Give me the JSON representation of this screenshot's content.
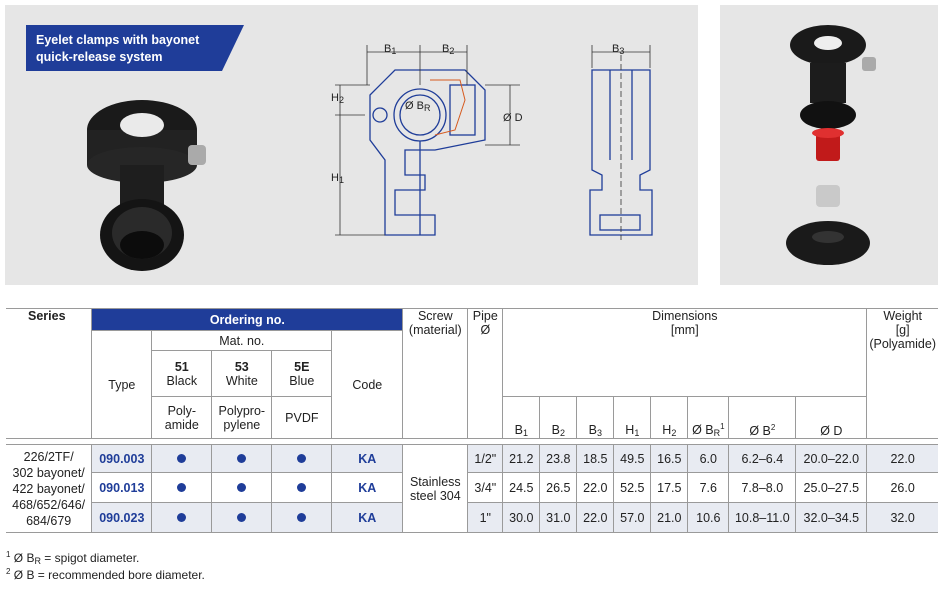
{
  "banner": {
    "line1": "Eyelet clamps with bayonet",
    "line2": "quick-release system"
  },
  "drawing_labels": {
    "b1": "B",
    "b1_sub": "1",
    "b2": "B",
    "b2_sub": "2",
    "b3": "B",
    "b3_sub": "3",
    "h1": "H",
    "h1_sub": "1",
    "h2": "H",
    "h2_sub": "2",
    "br": "Ø B",
    "br_sub": "R",
    "d": "Ø D"
  },
  "table": {
    "series_header": "Series",
    "ordering_header": "Ordering no.",
    "type_header": "Type",
    "mat_header": "Mat. no.",
    "mat": [
      {
        "no": "51",
        "color": "Black",
        "material": "Poly-\namide"
      },
      {
        "no": "53",
        "color": "White",
        "material": "Polypro-\npylene"
      },
      {
        "no": "5E",
        "color": "Blue",
        "material": "PVDF"
      }
    ],
    "code_header": "Code",
    "screw_header": "Screw\n(material)",
    "pipe_header": "Pipe\nØ",
    "dims_header": "Dimensions\n[mm]",
    "weight_header": "Weight\n[g]\n(Polyamide)",
    "dim_cols": [
      {
        "base": "B",
        "sub": "1",
        "sup": ""
      },
      {
        "base": "B",
        "sub": "2",
        "sup": ""
      },
      {
        "base": "B",
        "sub": "3",
        "sup": ""
      },
      {
        "base": "H",
        "sub": "1",
        "sup": ""
      },
      {
        "base": "H",
        "sub": "2",
        "sup": ""
      },
      {
        "base": "Ø B",
        "sub": "R",
        "sup": "1"
      },
      {
        "base": "Ø B",
        "sub": "",
        "sup": "2"
      },
      {
        "base": "Ø D",
        "sub": "",
        "sup": ""
      }
    ],
    "series_text": "226/2TF/\n302 bayonet/\n422 bayonet/\n468/652/646/\n684/679",
    "screw_text": "Stainless\nsteel 304",
    "rows": [
      {
        "type": "090.003",
        "code": "KA",
        "pipe": "1/2\"",
        "dims": [
          "21.2",
          "23.8",
          "18.5",
          "49.5",
          "16.5",
          "6.0",
          "6.2–6.4",
          "20.0–22.0"
        ],
        "weight": "22.0"
      },
      {
        "type": "090.013",
        "code": "KA",
        "pipe": "3/4\"",
        "dims": [
          "24.5",
          "26.5",
          "22.0",
          "52.5",
          "17.5",
          "7.6",
          "7.8–8.0",
          "25.0–27.5"
        ],
        "weight": "26.0"
      },
      {
        "type": "090.023",
        "code": "KA",
        "pipe": "1\"",
        "dims": [
          "30.0",
          "31.0",
          "22.0",
          "57.0",
          "21.0",
          "10.6",
          "10.8–11.0",
          "32.0–34.5"
        ],
        "weight": "32.0"
      }
    ]
  },
  "footnotes": [
    {
      "num": "1",
      "pre": "Ø B",
      "sub": "R",
      "post": " = spigot diameter."
    },
    {
      "num": "2",
      "pre": "Ø B",
      "sub": "",
      "post": " = recommended bore diameter."
    }
  ],
  "colors": {
    "brand_blue": "#1f3d99",
    "panel_gray": "#e6e6e6",
    "row_shade": "#e8ebf2"
  }
}
